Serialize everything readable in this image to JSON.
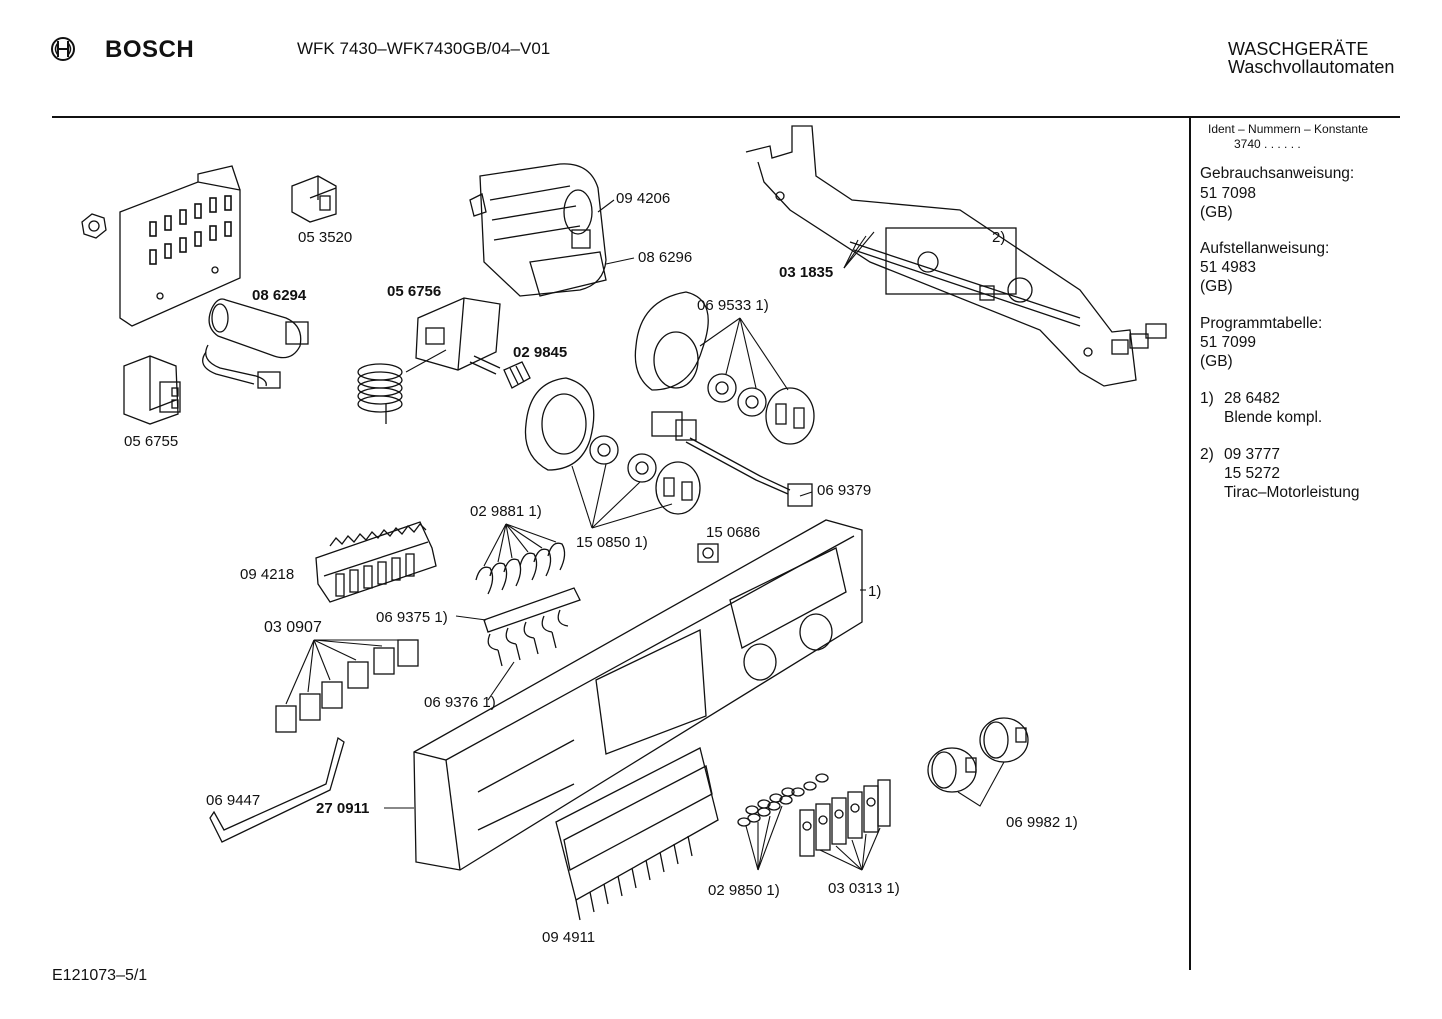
{
  "header": {
    "brand": "BOSCH",
    "model": "WFK 7430–WFK7430GB/04–V01",
    "category": "WASCHGERÄTE",
    "subcategory": "Waschvollautomaten"
  },
  "sidebar": {
    "ident_title": "Ident – Nummern – Konstante",
    "ident_value": "3740 . . . . . .",
    "gebrauch_label": "Gebrauchsanweisung:",
    "gebrauch_number": "51 7098",
    "gebrauch_lang": "(GB)",
    "aufstell_label": "Aufstellanweisung:",
    "aufstell_number": "51 4983",
    "aufstell_lang": "(GB)",
    "programm_label": "Programmtabelle:",
    "programm_number": "51 7099",
    "programm_lang": "(GB)",
    "note1_marker": "1)",
    "note1_number": "28 6482",
    "note1_text": "Blende kompl.",
    "note2_marker": "2)",
    "note2_number1": "09 3777",
    "note2_number2": "15 5272",
    "note2_text": "Tirac–Motorleistung"
  },
  "labels": {
    "p053520": "05 3520",
    "p086294": "08 6294",
    "p056755": "05 6755",
    "p056756": "05 6756",
    "p029845": "02 9845",
    "p094206": "09 4206",
    "p086296": "08 6296",
    "p031835": "03 1835",
    "p2": "2)",
    "p069533": "06 9533 1)",
    "p069379": "06 9379",
    "p150850": "15 0850 1)",
    "p150686": "15 0686",
    "p029881": "02 9881 1)",
    "p094218": "09 4218",
    "p069375": "06 9375 1)",
    "p030907": "03 0907",
    "p1": "1)",
    "p069376": "06 9376 1)",
    "p069447": "06 9447",
    "p270911": "27 0911",
    "p094911": "09 4911",
    "p029850": "02 9850 1)",
    "p030313": "03 0313 1)",
    "p069982": "06 9982 1)"
  },
  "footer": {
    "code": "E121073–5/1"
  }
}
